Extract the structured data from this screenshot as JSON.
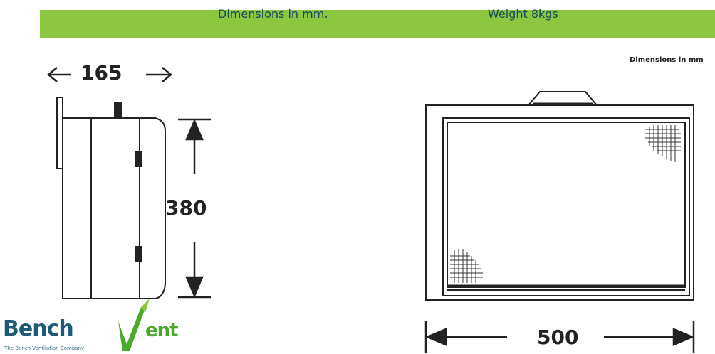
{
  "header": {
    "dimensions_label": "Dimensions in mm.",
    "weight_label": "Weight 8kgs",
    "bar_color": "#8dc63f",
    "text_color": "#124b5c"
  },
  "side_view": {
    "depth_label": "165",
    "height_label": "380"
  },
  "front_view": {
    "note": "Dimensions in mm",
    "width_label": "500"
  },
  "logo": {
    "word_prefix": "Bench",
    "word_suffix": "ent",
    "tagline": "The Bench Ventilation Company",
    "icon": "check-v-icon",
    "colors": {
      "bench": "#1f5a78",
      "vent": "#4ca82a"
    }
  }
}
